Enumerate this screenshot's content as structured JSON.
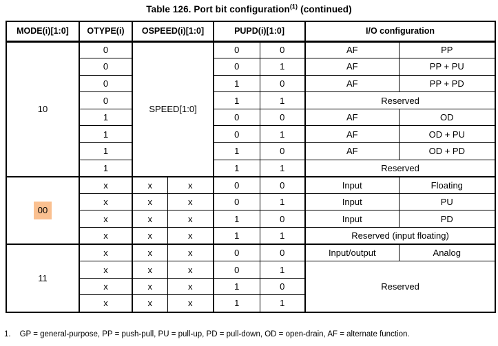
{
  "title": {
    "main": "Table 126. Port bit configuration",
    "sup": "(1)",
    "tail": "(continued)"
  },
  "table": {
    "headers": [
      "MODE(i)[1:0]",
      "OTYPE(i)",
      "OSPEED(i)[1:0]",
      "PUPD(i)[1:0]",
      "I/O configuration"
    ],
    "sections": [
      {
        "mode": "10",
        "ospeed": "SPEED[1:0]",
        "rows": [
          {
            "otype": "0",
            "p1": "0",
            "p2": "0",
            "io1": "AF",
            "io2": "PP"
          },
          {
            "otype": "0",
            "p1": "0",
            "p2": "1",
            "io1": "AF",
            "io2": "PP + PU"
          },
          {
            "otype": "0",
            "p1": "1",
            "p2": "0",
            "io1": "AF",
            "io2": "PP + PD"
          },
          {
            "otype": "0",
            "p1": "1",
            "p2": "1",
            "io": "Reserved"
          },
          {
            "otype": "1",
            "p1": "0",
            "p2": "0",
            "io1": "AF",
            "io2": "OD"
          },
          {
            "otype": "1",
            "p1": "0",
            "p2": "1",
            "io1": "AF",
            "io2": "OD + PU"
          },
          {
            "otype": "1",
            "p1": "1",
            "p2": "0",
            "io1": "AF",
            "io2": "OD + PD"
          },
          {
            "otype": "1",
            "p1": "1",
            "p2": "1",
            "io": "Reserved"
          }
        ]
      },
      {
        "mode": "00",
        "mode_highlighted": true,
        "rows": [
          {
            "otype": "x",
            "s1": "x",
            "s2": "x",
            "p1": "0",
            "p2": "0",
            "io1": "Input",
            "io2": "Floating"
          },
          {
            "otype": "x",
            "s1": "x",
            "s2": "x",
            "p1": "0",
            "p2": "1",
            "io1": "Input",
            "io2": "PU"
          },
          {
            "otype": "x",
            "s1": "x",
            "s2": "x",
            "p1": "1",
            "p2": "0",
            "io1": "Input",
            "io2": "PD"
          },
          {
            "otype": "x",
            "s1": "x",
            "s2": "x",
            "p1": "1",
            "p2": "1",
            "io": "Reserved (input floating)"
          }
        ]
      },
      {
        "mode": "11",
        "reserved": "Reserved",
        "rows": [
          {
            "otype": "x",
            "s1": "x",
            "s2": "x",
            "p1": "0",
            "p2": "0",
            "io1": "Input/output",
            "io2": "Analog"
          },
          {
            "otype": "x",
            "s1": "x",
            "s2": "x",
            "p1": "0",
            "p2": "1"
          },
          {
            "otype": "x",
            "s1": "x",
            "s2": "x",
            "p1": "1",
            "p2": "0"
          },
          {
            "otype": "x",
            "s1": "x",
            "s2": "x",
            "p1": "1",
            "p2": "1"
          }
        ]
      }
    ]
  },
  "footnote": {
    "num": "1.",
    "text": "GP = general-purpose, PP = push-pull, PU = pull-up, PD = pull-down, OD = open-drain, AF = alternate function."
  },
  "colors": {
    "highlight": "#FAC090",
    "border": "#000000",
    "text": "#000000"
  }
}
